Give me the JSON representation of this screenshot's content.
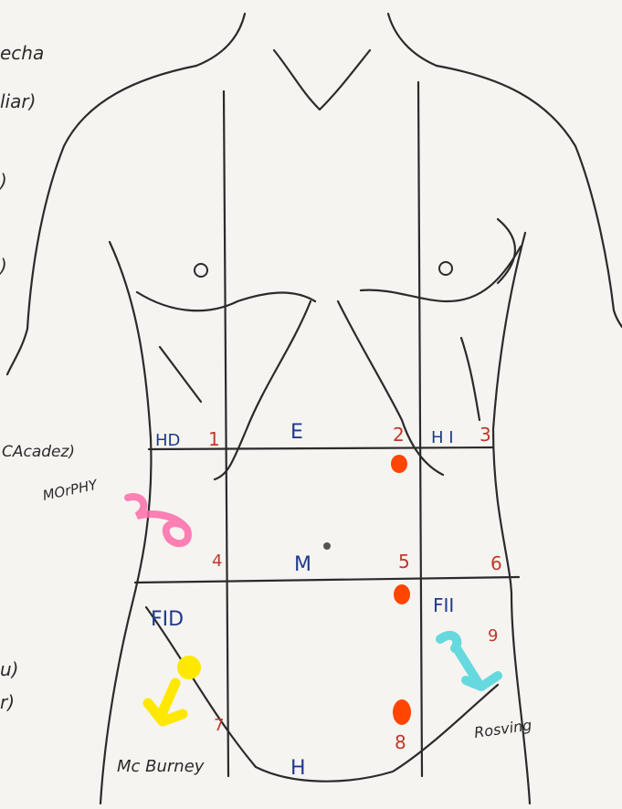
{
  "colors": {
    "ink": "#2b2b2b",
    "blue": "#1f3a8a",
    "red": "#c0392b",
    "orange": "#ff4500",
    "pink": "#ff6aa8",
    "yellow": "#ffe800",
    "cyan": "#57d6db"
  },
  "margin_notes": {
    "top1": "echa",
    "top2": "liar)",
    "mid1": ")",
    "mid2": ")",
    "courvoisier": "CAcadez)",
    "murphy": "MOrPHY",
    "low1": "u)",
    "low2": "r)"
  },
  "regions": {
    "hd": "HD",
    "e": "E",
    "hi": "H I",
    "m": "M",
    "fid": "FID",
    "fii": "FII",
    "h": "H"
  },
  "point_numbers": {
    "p1": "1",
    "p2": "2",
    "p3": "3",
    "p4": "4",
    "p5": "5",
    "p6": "6",
    "p7": "7",
    "p8": "8",
    "p9": "9"
  },
  "sign_labels": {
    "mcburney": "Mc Burney",
    "rovsing": "Rosving"
  },
  "marker_icons": [
    "point-marker",
    "arrow-marker"
  ]
}
